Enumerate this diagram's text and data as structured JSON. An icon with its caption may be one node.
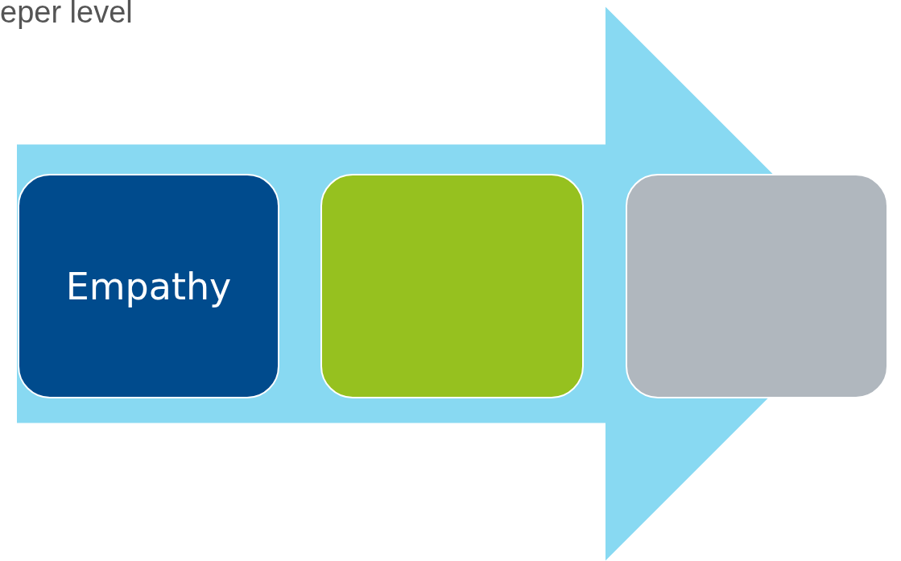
{
  "diagram": {
    "nodes": [
      {
        "text": [
          "Empathy"
        ]
      },
      {
        "text": [],
        "shape": "box"
      },
      {
        "text": [],
        "shape": "box"
      }
    ],
    "edges": [
      {
        "from": 0,
        "to": 2,
        "arrow": "to",
        "style": "thick"
      }
    ],
    "labels": [
      "eper level"
    ]
  }
}
